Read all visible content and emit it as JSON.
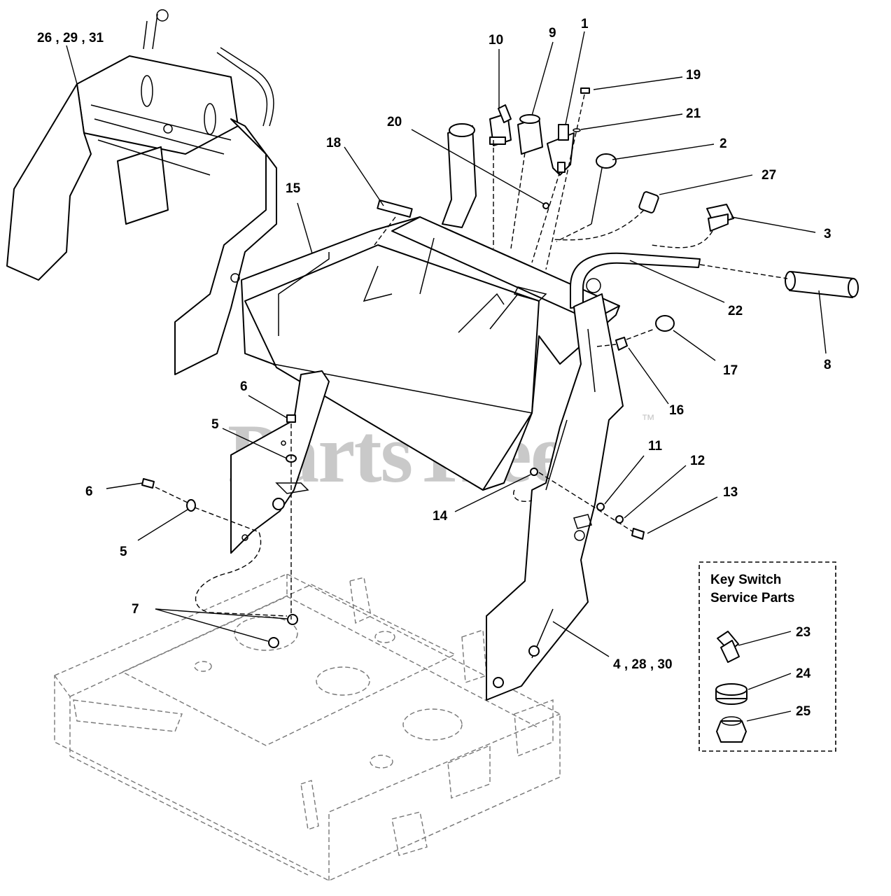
{
  "watermark": {
    "text": "PartsTree",
    "tm": "™"
  },
  "service_box": {
    "title_line1": "Key Switch",
    "title_line2": "Service Parts"
  },
  "callouts": {
    "c1": "1",
    "c2": "2",
    "c3": "3",
    "c4": "4 , 28 , 30",
    "c5a": "5",
    "c5b": "5",
    "c6a": "6",
    "c6b": "6",
    "c7": "7",
    "c8": "8",
    "c9": "9",
    "c10": "10",
    "c11": "11",
    "c12": "12",
    "c13": "13",
    "c14": "14",
    "c15": "15",
    "c16": "16",
    "c17": "17",
    "c18": "18",
    "c19": "19",
    "c20": "20",
    "c21": "21",
    "c22": "22",
    "c23": "23",
    "c24": "24",
    "c25": "25",
    "c26": "26 , 29 , 31",
    "c27": "27"
  }
}
